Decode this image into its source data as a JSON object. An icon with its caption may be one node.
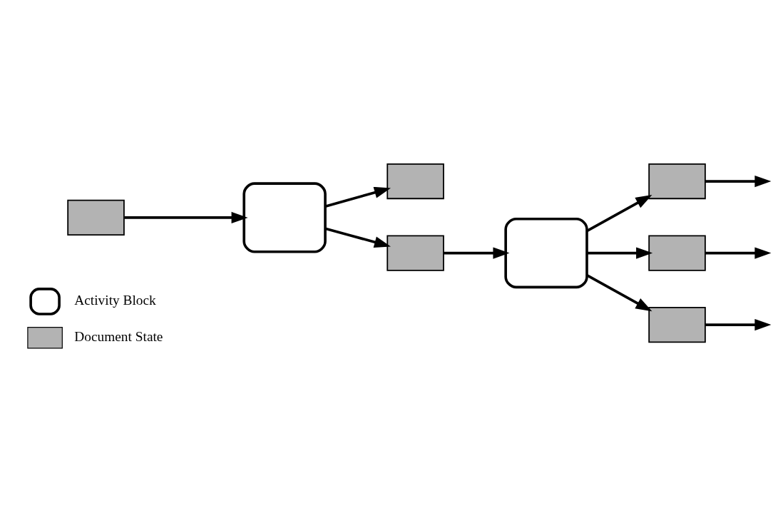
{
  "diagram": {
    "nodes": [
      {
        "text": [],
        "shape": "box"
      },
      {
        "text": [],
        "shape": "rounded"
      },
      {
        "text": [],
        "shape": "box"
      },
      {
        "text": [],
        "shape": "box"
      },
      {
        "text": [],
        "shape": "rounded"
      },
      {
        "text": [],
        "shape": "box"
      },
      {
        "text": [],
        "shape": "box"
      },
      {
        "text": [],
        "shape": "box"
      }
    ],
    "edges": [
      {
        "from": 0,
        "to": 1,
        "arrow": "to"
      },
      {
        "from": 1,
        "to": 2,
        "arrow": "to"
      },
      {
        "from": 1,
        "to": 3,
        "arrow": "to"
      },
      {
        "from": 3,
        "to": 4,
        "arrow": "to"
      },
      {
        "from": 4,
        "to": 5,
        "arrow": "to"
      },
      {
        "from": 4,
        "to": 6,
        "arrow": "to"
      },
      {
        "from": 4,
        "to": 7,
        "arrow": "to"
      },
      {
        "from": 5,
        "to": null,
        "arrow": "to"
      },
      {
        "from": 6,
        "to": null,
        "arrow": "to"
      },
      {
        "from": 7,
        "to": null,
        "arrow": "to"
      }
    ],
    "legend": [
      {
        "text": "Activity Block"
      },
      {
        "text": "Document State",
        "color": "#b3b3b3"
      }
    ]
  }
}
